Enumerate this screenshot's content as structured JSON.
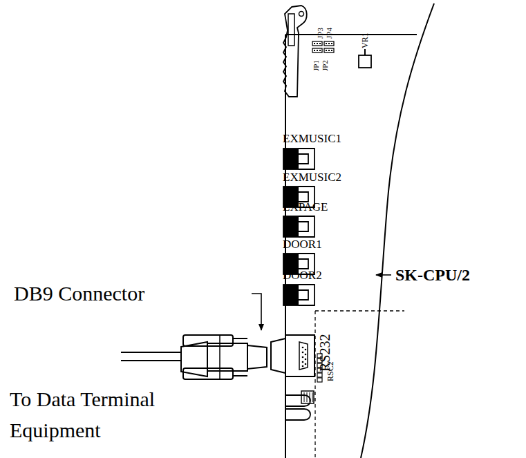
{
  "diagram": {
    "labels": [
      "VR1",
      "JP3",
      "JP4",
      "JP1",
      "JP2",
      "EXMUSIC1",
      "EXMUSIC2",
      "EXPAGE",
      "DOOR1",
      "DOOR2",
      "SK-CPU/2",
      "DB9 Connector",
      "RS232",
      "RSC2",
      "To Data Terminal Equipment"
    ]
  }
}
